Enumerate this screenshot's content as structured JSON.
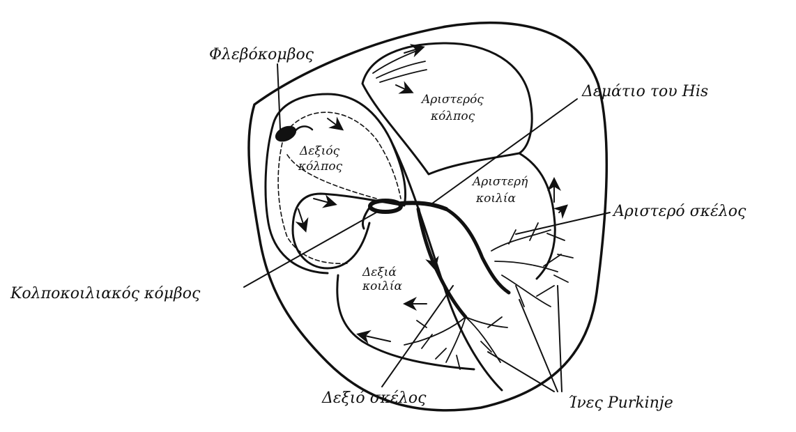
{
  "labels": {
    "sa_node": "Φλεβόκομβος",
    "his_bundle": "Δεμάτιο του His",
    "left_bundle": "Αριστερό σκέλος",
    "av_node": "Κολποκοιλιακός κόμβος",
    "right_bundle": "Δεξιό σκέλος",
    "purkinje": "Ίνες Purkinje"
  },
  "chambers": {
    "left_atrium": [
      "Αριστερός",
      "κόλπος"
    ],
    "right_atrium": [
      "Δεξιός",
      "κόλπος"
    ],
    "left_ventricle": [
      "Αριστερή",
      "κοιλία"
    ],
    "right_ventricle": [
      "Δεξιά",
      "κοιλία"
    ]
  },
  "colors": {
    "ink": "#111111",
    "background": "#ffffff"
  }
}
